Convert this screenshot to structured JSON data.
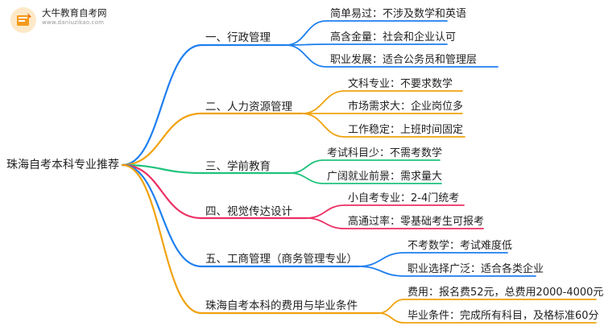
{
  "brand": {
    "name": "大牛教育自考网",
    "url": "www.daniuzikao.com"
  },
  "mindmap": {
    "root": "珠海自考本科专业推荐",
    "branches": [
      {
        "label": "一、行政管理",
        "color": "#1e7ff0",
        "children": [
          "简单易过：不涉及数学和英语",
          "高含金量：社会和企业认可",
          "职业发展：适合公务员和管理层"
        ]
      },
      {
        "label": "二、人力资源管理",
        "color": "#f0a20e",
        "children": [
          "文科专业：不要求数学",
          "市场需求大：企业岗位多",
          "工作稳定：上班时间固定"
        ]
      },
      {
        "label": "三、学前教育",
        "color": "#1ec37c",
        "children": [
          "考试科目少：不需考数学",
          "广阔就业前景：需求量大"
        ]
      },
      {
        "label": "四、视觉传达设计",
        "color": "#ec2f63",
        "children": [
          "小自考专业：2-4门统考",
          "高通过率：零基础考生可报考"
        ]
      },
      {
        "label": "五、工商管理（商务管理专业）",
        "color": "#1e7ff0",
        "children": [
          "不考数学：考试难度低",
          "职业选择广泛：适合各类企业"
        ]
      },
      {
        "label": "珠海自考本科的费用与毕业条件",
        "color": "#f0a20e",
        "children": [
          "费用：报名费52元，总费用2000-4000元",
          "毕业条件：完成所有科目，及格标准60分"
        ]
      }
    ]
  }
}
